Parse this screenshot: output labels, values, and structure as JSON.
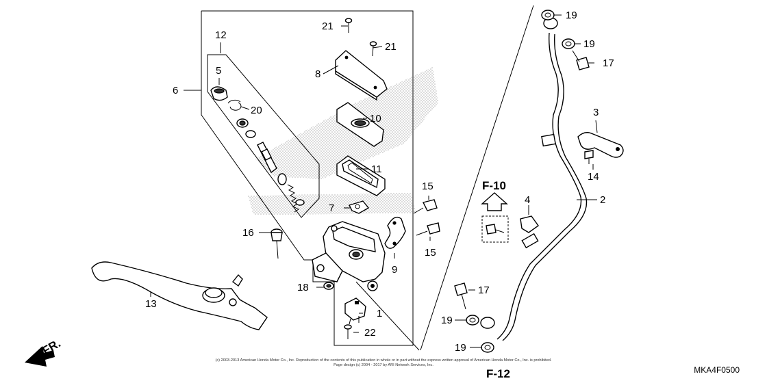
{
  "diagram": {
    "callouts": {
      "c1": "1",
      "c2": "2",
      "c3": "3",
      "c4": "4",
      "c5": "5",
      "c6": "6",
      "c7": "7",
      "c8": "8",
      "c9": "9",
      "c10": "10",
      "c11": "11",
      "c12": "12",
      "c13": "13",
      "c14": "14",
      "c15a": "15",
      "c15b": "15",
      "c16": "16",
      "c17a": "17",
      "c17b": "17",
      "c18": "18",
      "c19a": "19",
      "c19b": "19",
      "c19c": "19",
      "c19d": "19",
      "c20": "20",
      "c21a": "21",
      "c21b": "21",
      "c22": "22"
    },
    "ref_f10": "F-10",
    "ref_f12": "F-12",
    "front_marker": "FR.",
    "diagram_code": "MKA4F0500",
    "copyright_line1": "(c) 2003-2013 American Honda Motor Co., Inc. Reproduction of the contents of this publication in whole or in part without the express written approval of American Honda Motor Co., Inc. is prohibited.",
    "copyright_line2": "Page design (c) 2004 - 2017 by ARI Network Services, Inc."
  }
}
